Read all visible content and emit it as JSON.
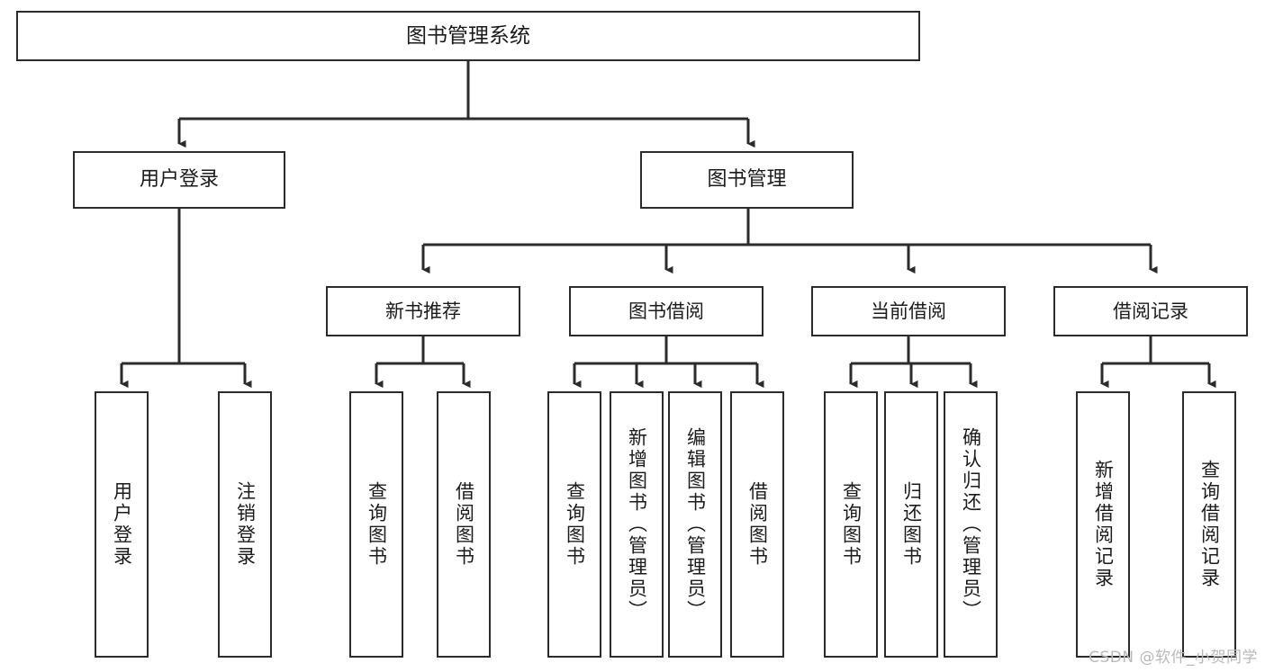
{
  "diagram": {
    "type": "tree",
    "title": "图书管理系统",
    "watermark": "CSDN @软件_小贺同学",
    "colors": {
      "stroke": "#2b2b2b",
      "fill": "#ffffff",
      "text": "#1b1b1b",
      "watermark": "#b9b9b9"
    },
    "nodes": {
      "root": {
        "label": "图书管理系统"
      },
      "level2": [
        {
          "label": "用户登录"
        },
        {
          "label": "图书管理"
        }
      ],
      "level3": [
        {
          "label": "新书推荐"
        },
        {
          "label": "图书借阅"
        },
        {
          "label": "当前借阅"
        },
        {
          "label": "借阅记录"
        }
      ],
      "leaves": [
        {
          "label": "用户登录",
          "parent": "用户登录"
        },
        {
          "label": "注销登录",
          "parent": "用户登录"
        },
        {
          "label": "查询图书",
          "parent": "新书推荐"
        },
        {
          "label": "借阅图书",
          "parent": "新书推荐"
        },
        {
          "label": "查询图书",
          "parent": "图书借阅"
        },
        {
          "label": "新增图书（管理员）",
          "parent": "图书借阅"
        },
        {
          "label": "编辑图书（管理员）",
          "parent": "图书借阅"
        },
        {
          "label": "借阅图书",
          "parent": "图书借阅"
        },
        {
          "label": "查询图书",
          "parent": "当前借阅"
        },
        {
          "label": "归还图书",
          "parent": "当前借阅"
        },
        {
          "label": "确认归还（管理员）",
          "parent": "当前借阅"
        },
        {
          "label": "新增借阅记录",
          "parent": "借阅记录"
        },
        {
          "label": "查询借阅记录",
          "parent": "借阅记录"
        }
      ]
    }
  }
}
